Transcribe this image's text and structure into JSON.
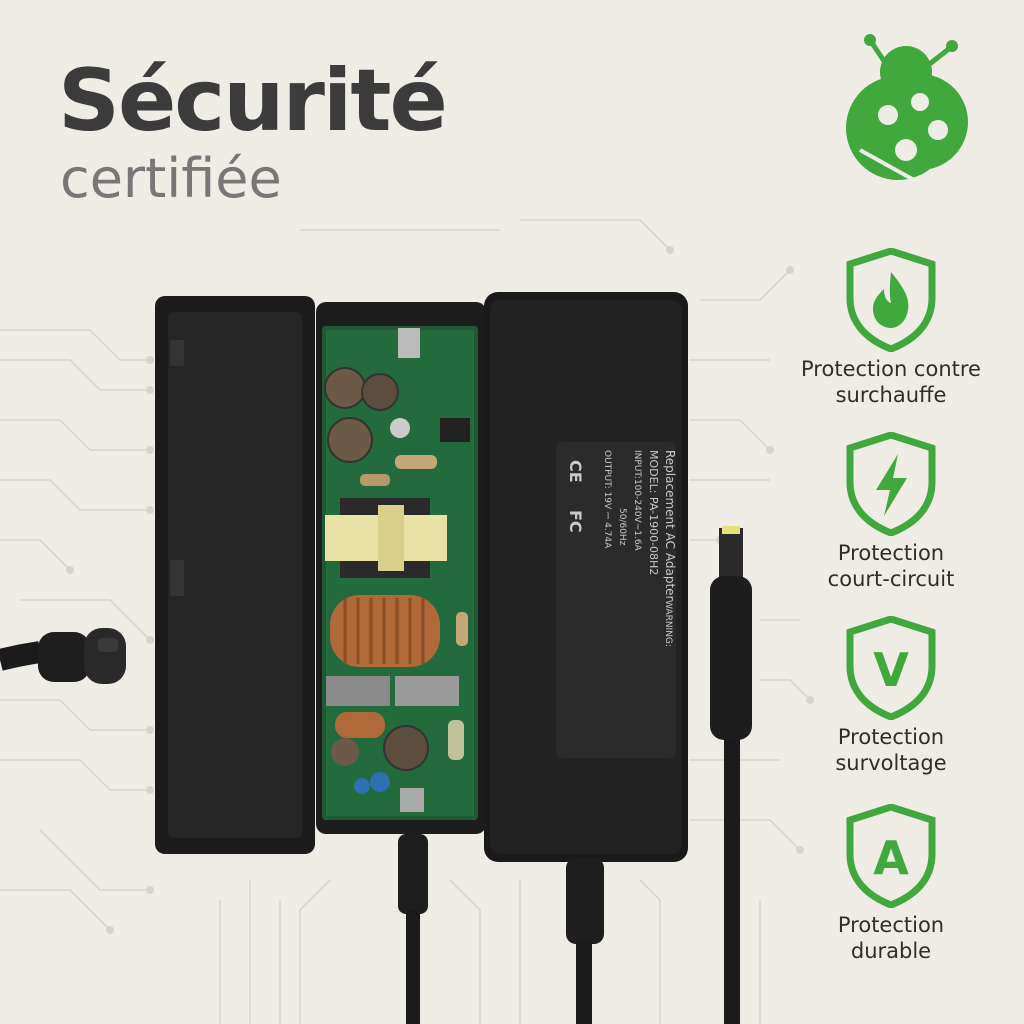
{
  "headline": {
    "title": "Sécurité",
    "subtitle": "certifiée"
  },
  "colors": {
    "accent": "#41a83e",
    "background": "#efece6",
    "title": "#3c3c3c",
    "subtitle": "#777777"
  },
  "logo": {
    "icon": "ladybug-icon"
  },
  "features": [
    {
      "icon": "flame-icon",
      "line1": "Protection contre",
      "line2": "surchauffe"
    },
    {
      "icon": "lightning-icon",
      "line1": "Protection",
      "line2": "court-circuit"
    },
    {
      "icon": "letter-v-icon",
      "letter": "V",
      "line1": "Protection",
      "line2": "survoltage"
    },
    {
      "icon": "letter-a-icon",
      "letter": "A",
      "line1": "Protection",
      "line2": "durable"
    }
  ],
  "adapter_label": {
    "line1": "Replacement AC Adapter",
    "line2": "MODEL: PA-1900-08H2",
    "line3": "INPUT:100-240V~1.6A",
    "line4": "50/60Hz",
    "line5": "OUTPUT: 19V ⎓ 4.74A",
    "warning": "WARNING:",
    "ce_mark": "CE",
    "fc_mark": "FC"
  }
}
